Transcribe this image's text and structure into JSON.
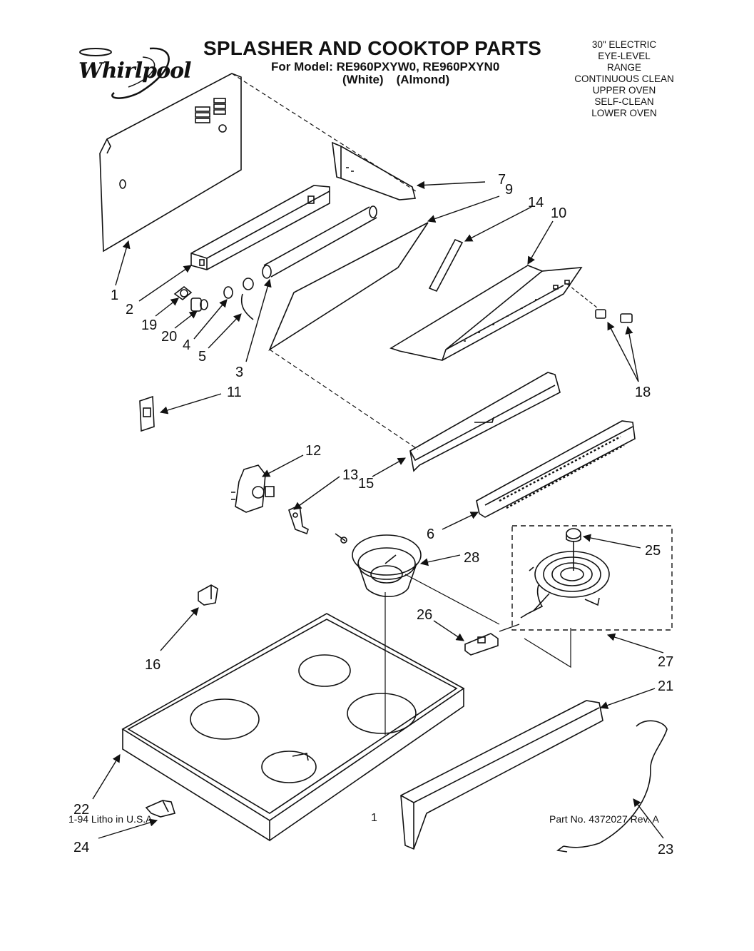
{
  "brand": "Whirlpool",
  "title": "SPLASHER AND COOKTOP PARTS",
  "model_line": "For Model: RE960PXYW0, RE960PXYN0",
  "finishes": [
    "(White)",
    "(Almond)"
  ],
  "description": [
    "30\" ELECTRIC",
    "EYE-LEVEL",
    "RANGE",
    "CONTINUOUS CLEAN",
    "UPPER OVEN",
    "SELF-CLEAN",
    "LOWER OVEN"
  ],
  "callouts": [
    "7",
    "9",
    "14",
    "10",
    "1",
    "2",
    "19",
    "20",
    "4",
    "5",
    "3",
    "18",
    "11",
    "12",
    "13",
    "15",
    "6",
    "28",
    "25",
    "26",
    "16",
    "27",
    "21",
    "22",
    "24",
    "23"
  ],
  "footer": {
    "left": "1-94  Litho in U.S.A.",
    "center": "1",
    "right": "Part No. 4372027 Rev. A"
  }
}
